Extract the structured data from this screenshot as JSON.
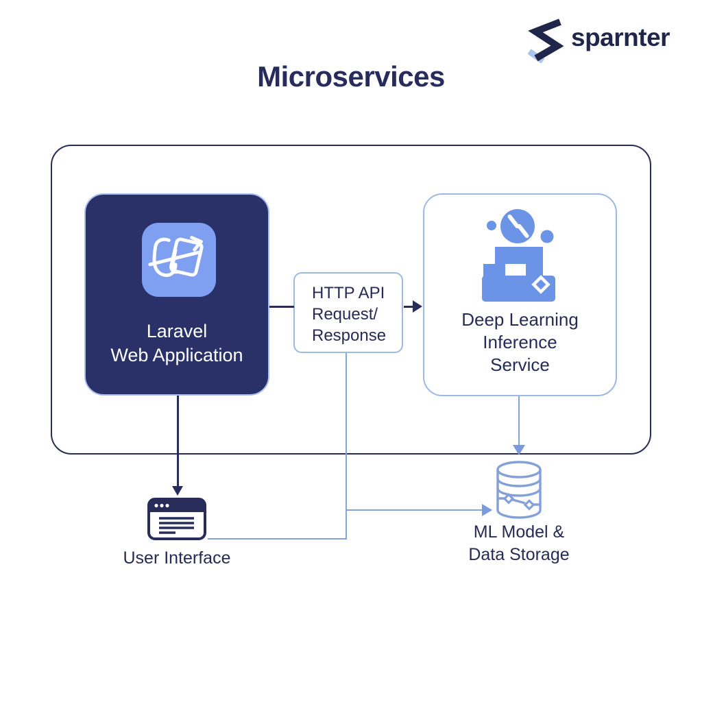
{
  "brand": {
    "name": "sparnter"
  },
  "title": "Microservices",
  "diagram": {
    "laravel": {
      "line1": "Laravel",
      "line2": "Web Application"
    },
    "http_api": {
      "line1": "HTTP API",
      "line2": "Request/",
      "line3": "Response"
    },
    "deep_learning": {
      "line1": "Deep Learning",
      "line2": "Inference",
      "line3": "Service"
    },
    "user_interface": {
      "label": "User Interface"
    },
    "ml_storage": {
      "line1": "ML Model &",
      "line2": "Data Storage"
    }
  },
  "colors": {
    "navy_text": "#272c5c",
    "logo_navy": "#20264a",
    "logo_accent": "#a9c4ee",
    "laravel_box_fill": "#2a3168",
    "laravel_tile_fill": "#7f9ff0",
    "box_border_blue": "#9db8e2",
    "container_border": "#272c52",
    "connector_dark": "#272c5a",
    "connector_blue": "#84a2de",
    "inference_icon_blue": "#6b93e6",
    "database_icon_stroke": "#84a0d8"
  }
}
